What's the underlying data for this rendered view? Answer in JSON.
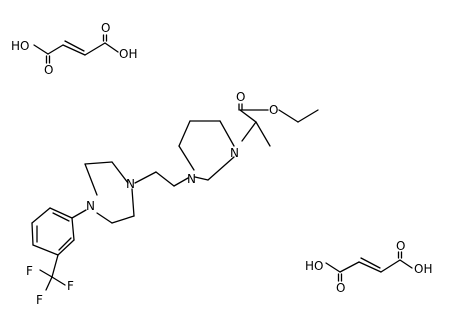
{
  "atoms": {
    "fa1": {
      "oh_left": "HO",
      "o_down": "O",
      "o_up": "O",
      "oh_right": "OH"
    },
    "main": {
      "o_carbonyl": "O",
      "o_ester": "O",
      "n1": "N",
      "n2": "N",
      "n3": "N",
      "n4": "N",
      "f1": "F",
      "f2": "F",
      "f3": "F"
    },
    "fa2": {
      "oh_left": "HO",
      "o_down": "O",
      "o_up": "O",
      "oh_right": "OH"
    }
  },
  "colors": {
    "bond": "#000000",
    "text": "#000000",
    "background": "#ffffff"
  }
}
